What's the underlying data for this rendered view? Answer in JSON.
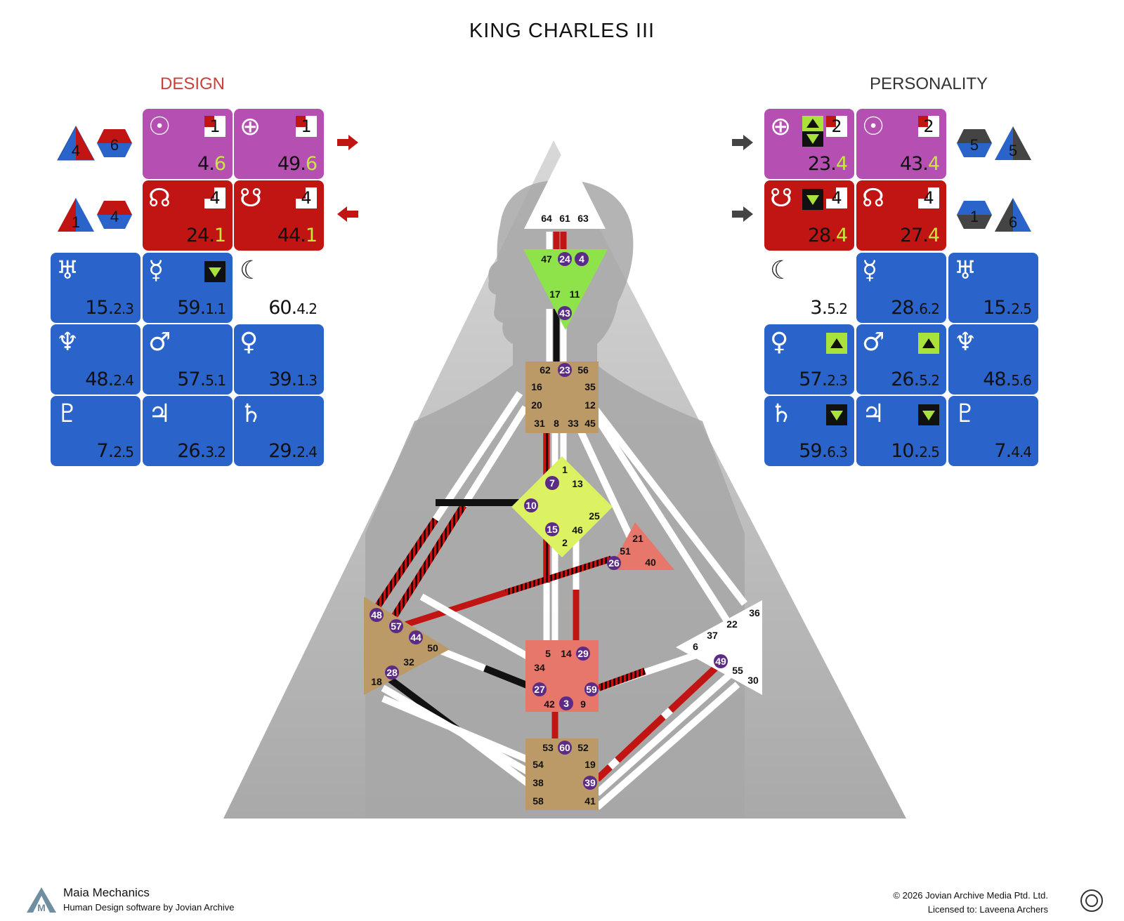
{
  "title": "KING CHARLES III",
  "design_label": "DESIGN",
  "personality_label": "PERSONALITY",
  "design": {
    "sun": {
      "value": "4.",
      "line": "6",
      "square": "1"
    },
    "earth": {
      "value": "49.",
      "line": "6",
      "square": "1"
    },
    "north_node": {
      "value": "24.",
      "line": "1",
      "square": "4"
    },
    "south_node": {
      "value": "44.",
      "line": "1",
      "square": "4"
    },
    "uranus": {
      "value": "15.",
      "sub": "2.3"
    },
    "mercury": {
      "value": "59.",
      "sub": "1.1"
    },
    "moon": {
      "value": "60.",
      "sub": "4.2"
    },
    "neptune": {
      "value": "48.",
      "sub": "2.4"
    },
    "mars": {
      "value": "57.",
      "sub": "5.1"
    },
    "venus": {
      "value": "39.",
      "sub": "1.3"
    },
    "pluto": {
      "value": "7.",
      "sub": "2.5"
    },
    "jupiter": {
      "value": "26.",
      "sub": "3.2"
    },
    "saturn": {
      "value": "29.",
      "sub": "2.4"
    },
    "variables": {
      "top_tri": "4",
      "top_hex": "6",
      "bottom_tri": "1",
      "bottom_hex": "4"
    }
  },
  "personality": {
    "earth": {
      "value": "23.",
      "line": "4",
      "square": "2"
    },
    "sun": {
      "value": "43.",
      "line": "4",
      "square": "2"
    },
    "south_node": {
      "value": "28.",
      "line": "4",
      "square": "4"
    },
    "north_node": {
      "value": "27.",
      "line": "4",
      "square": "4"
    },
    "moon": {
      "value": "3.",
      "sub": "5.2"
    },
    "mercury": {
      "value": "28.",
      "sub": "6.2"
    },
    "uranus": {
      "value": "15.",
      "sub": "2.5"
    },
    "venus": {
      "value": "57.",
      "sub": "2.3"
    },
    "mars": {
      "value": "26.",
      "sub": "5.2"
    },
    "neptune": {
      "value": "48.",
      "sub": "5.6"
    },
    "saturn": {
      "value": "59.",
      "sub": "6.3"
    },
    "jupiter": {
      "value": "10.",
      "sub": "2.5"
    },
    "pluto": {
      "value": "7.",
      "sub": "4.4"
    },
    "variables": {
      "top_hex": "5",
      "top_tri": "5",
      "bottom_hex": "1",
      "bottom_tri": "6"
    }
  },
  "glyphs": {
    "sun": "☉",
    "earth": "⊕",
    "north_node": "☊",
    "south_node": "☋",
    "uranus": "♅",
    "mercury": "☿",
    "moon": "☾",
    "neptune": "♆",
    "mars": "♂",
    "venus": "♀",
    "pluto": "♇",
    "jupiter": "♃",
    "saturn": "♄"
  },
  "gates": {
    "head": [
      "64",
      "61",
      "63"
    ],
    "ajna": [
      "47",
      "24",
      "4",
      "17",
      "11",
      "43"
    ],
    "throat": [
      "62",
      "23",
      "56",
      "16",
      "35",
      "20",
      "12",
      "31",
      "8",
      "33",
      "45"
    ],
    "g": [
      "1",
      "7",
      "13",
      "10",
      "25",
      "15",
      "46",
      "2"
    ],
    "ego": [
      "21",
      "51",
      "26",
      "40"
    ],
    "spleen": [
      "48",
      "57",
      "44",
      "50",
      "32",
      "28",
      "18"
    ],
    "sacral": [
      "5",
      "14",
      "29",
      "34",
      "27",
      "59",
      "42",
      "3",
      "9"
    ],
    "solar_plexus": [
      "36",
      "22",
      "37",
      "6",
      "49",
      "55",
      "30"
    ],
    "root": [
      "53",
      "60",
      "52",
      "54",
      "19",
      "38",
      "39",
      "58",
      "41"
    ]
  },
  "footer": {
    "brand": "Maia Mechanics",
    "tagline": "Human Design software by Jovian Archive",
    "copyright": "© 2026 Jovian Archive Media Ptd. Ltd.",
    "license": "Licensed to: Laveena Archers"
  },
  "colors": {
    "design_red": "#c11514",
    "purple": "#b64fb2",
    "blue": "#2a63c9",
    "head": "#ffffff",
    "ajna": "#8ee34a",
    "throat_root_spleen": "#bb9a67",
    "g": "#ddf263",
    "ego_sacral": "#e8776b",
    "activation_circle": "#5b2b86"
  }
}
